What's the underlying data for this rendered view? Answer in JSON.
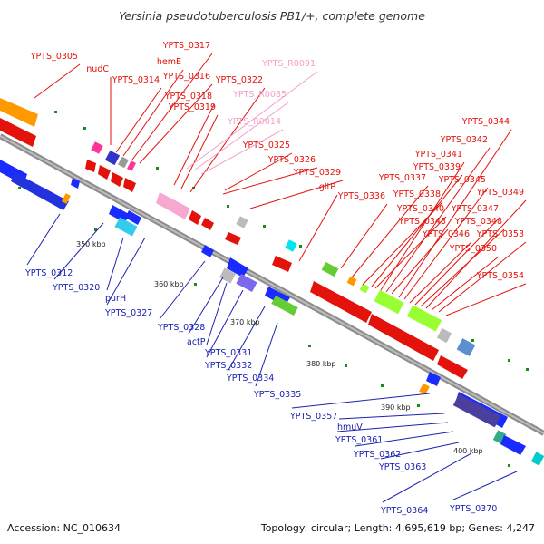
{
  "title": "Yersinia pseudotuberculosis PB1/+, complete genome",
  "footer": {
    "accession": "Accession: NC_010634",
    "topology": "Topology: circular; Length: 4,695,619 bp; Genes: 4,247"
  },
  "scale_labels": [
    "350 kbp",
    "360 kbp",
    "370 kbp",
    "380 kbp",
    "390 kbp",
    "400 kbp"
  ],
  "colors": {
    "forward_label": "#e3120b",
    "rna_label": "#f3a0c8",
    "reverse_label": "#1a22b0",
    "backbone": "#8c8c8c"
  },
  "forward_labels": [
    "YPTS_0305",
    "nudC",
    "YPTS_0314",
    "hemE",
    "YPTS_0317",
    "YPTS_0316",
    "YPTS_0318",
    "YPTS_0319",
    "YPTS_0322",
    "YPTS_0325",
    "YPTS_0326",
    "YPTS_0329",
    "gltP",
    "YPTS_0336",
    "YPTS_0337",
    "YPTS_0338",
    "YPTS_0339",
    "YPTS_0340",
    "YPTS_0341",
    "YPTS_0342",
    "YPTS_0343",
    "YPTS_0344",
    "YPTS_0345",
    "YPTS_0346",
    "YPTS_0347",
    "YPTS_0348",
    "YPTS_0349",
    "YPTS_0350",
    "YPTS_0353",
    "YPTS_0354"
  ],
  "rna_labels": [
    "YPTS_R0091",
    "YPTS_R0085",
    "YPTS_R0014"
  ],
  "reverse_labels": [
    "YPTS_0312",
    "YPTS_0320",
    "purH",
    "YPTS_0327",
    "YPTS_0328",
    "actP",
    "YPTS_0331",
    "YPTS_0332",
    "YPTS_0334",
    "YPTS_0335",
    "YPTS_0357",
    "hmuV",
    "YPTS_0361",
    "YPTS_0362",
    "YPTS_0363",
    "YPTS_0364",
    "YPTS_0370"
  ]
}
